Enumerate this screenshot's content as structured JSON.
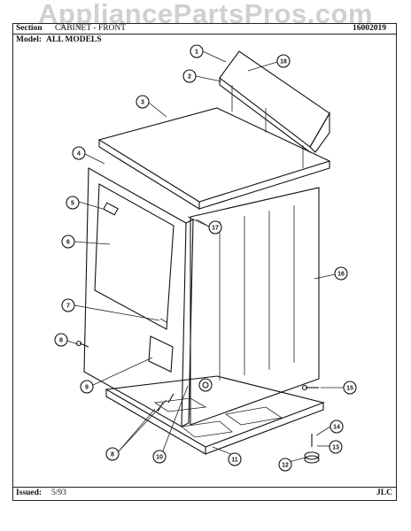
{
  "header": {
    "section_label": "Section",
    "section_name": "CABINET - FRONT",
    "doc_number": "16002019",
    "model_label": "Model:",
    "model_value": "ALL MODELS"
  },
  "watermark": "AppliancePartsPros.com",
  "footer": {
    "issued_label": "Issued:",
    "issued_value": "5/93",
    "initials": "JLC"
  },
  "callouts": [
    "1",
    "2",
    "3",
    "4",
    "5",
    "6",
    "7",
    "8",
    "9",
    "10",
    "11",
    "12",
    "13",
    "14",
    "15",
    "16",
    "17",
    "18"
  ]
}
